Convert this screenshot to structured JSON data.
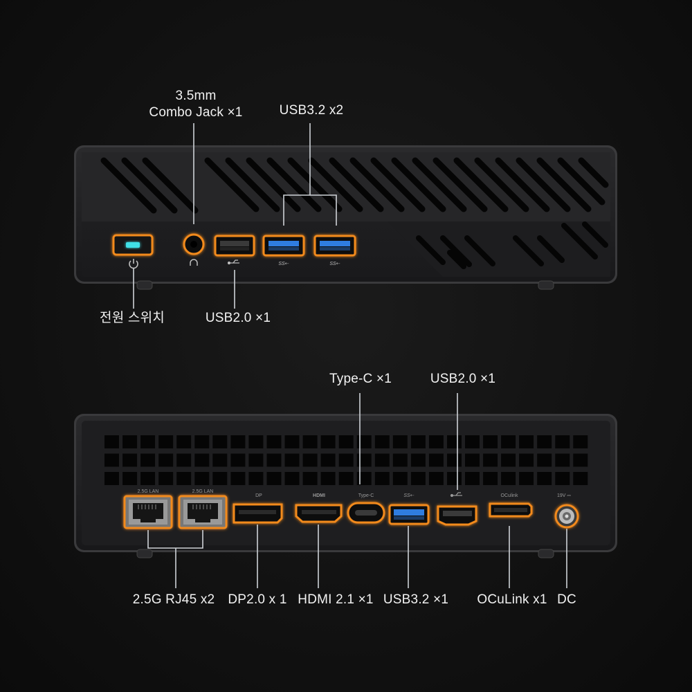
{
  "front": {
    "labels": {
      "combo_jack_line1": "3.5mm",
      "combo_jack_line2": "Combo Jack ×1",
      "usb32": "USB3.2 x2",
      "power": "전원 스위치",
      "usb20": "USB2.0  ×1"
    },
    "port_marks": {
      "ss": "SS⇠"
    }
  },
  "rear": {
    "labels": {
      "typec": "Type-C ×1",
      "usb20": "USB2.0 ×1",
      "rj45": "2.5G RJ45 x2",
      "dp": "DP2.0 x 1",
      "hdmi": "HDMI 2.1 ×1",
      "usb32": "USB3.2 ×1",
      "oculink": "OCuLink x1",
      "dc": "DC"
    },
    "port_marks": {
      "lan1": "2.5G LAN",
      "lan2": "2.5G LAN",
      "dp": "DP",
      "hdmi": "HDMI",
      "typec": "Type-C",
      "ss": "SS⇠",
      "oculink": "OCulink",
      "dc": "19V ⎓"
    }
  },
  "colors": {
    "accent_orange": "#f28a1e",
    "power_led": "#3fe0e6",
    "usb3_blue": "#2f7de0",
    "chassis": "#1f1f21",
    "leader_line": "#cfd3d8"
  }
}
